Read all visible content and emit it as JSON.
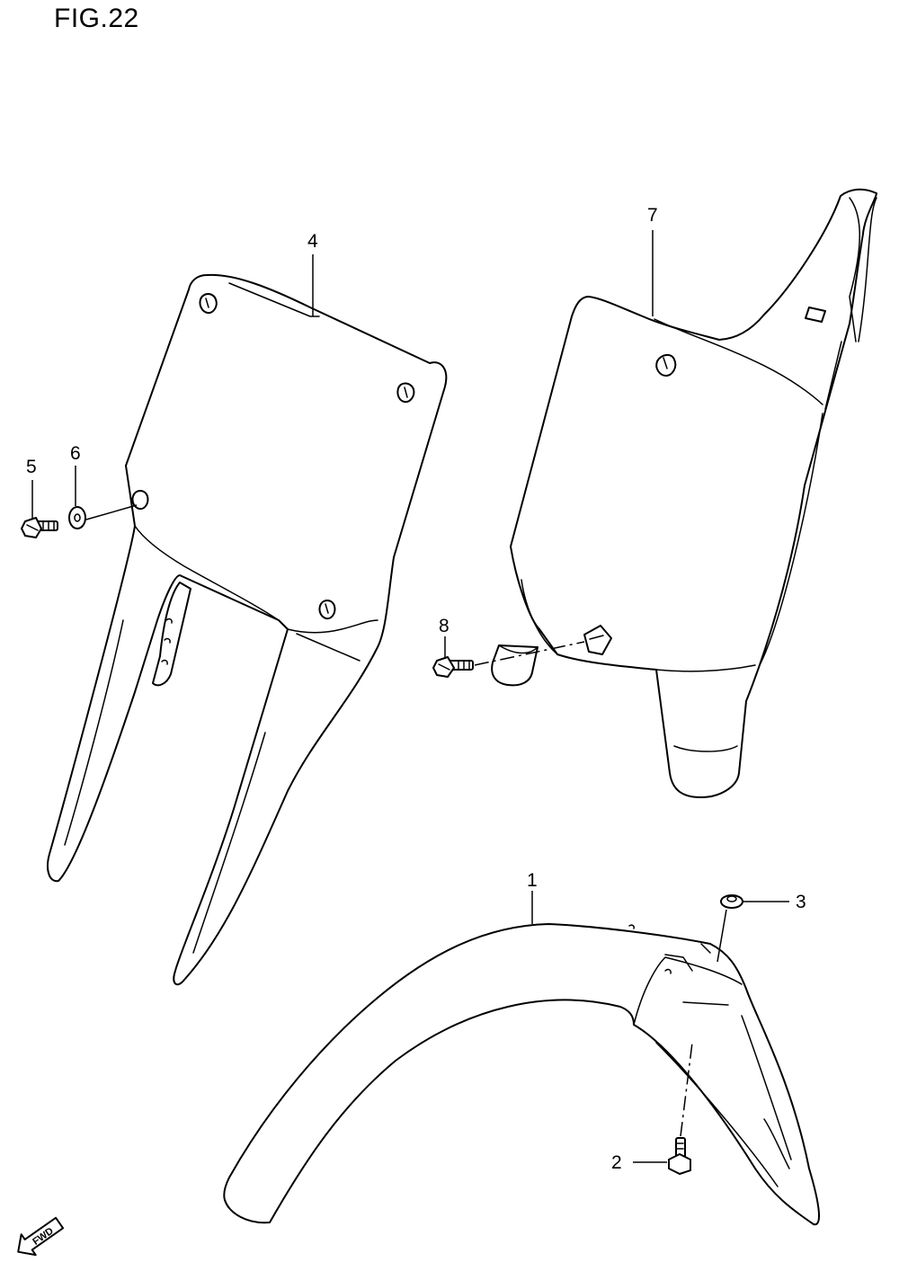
{
  "figure": {
    "title": "FIG.22"
  },
  "parts": [
    {
      "id": "1",
      "label": "1"
    },
    {
      "id": "2",
      "label": "2"
    },
    {
      "id": "3",
      "label": "3"
    },
    {
      "id": "4",
      "label": "4"
    },
    {
      "id": "5",
      "label": "5"
    },
    {
      "id": "6",
      "label": "6"
    },
    {
      "id": "7",
      "label": "7"
    },
    {
      "id": "8",
      "label": "8"
    }
  ],
  "direction_badge": {
    "label": "FWD",
    "icon": "arrow-left-down-icon"
  }
}
